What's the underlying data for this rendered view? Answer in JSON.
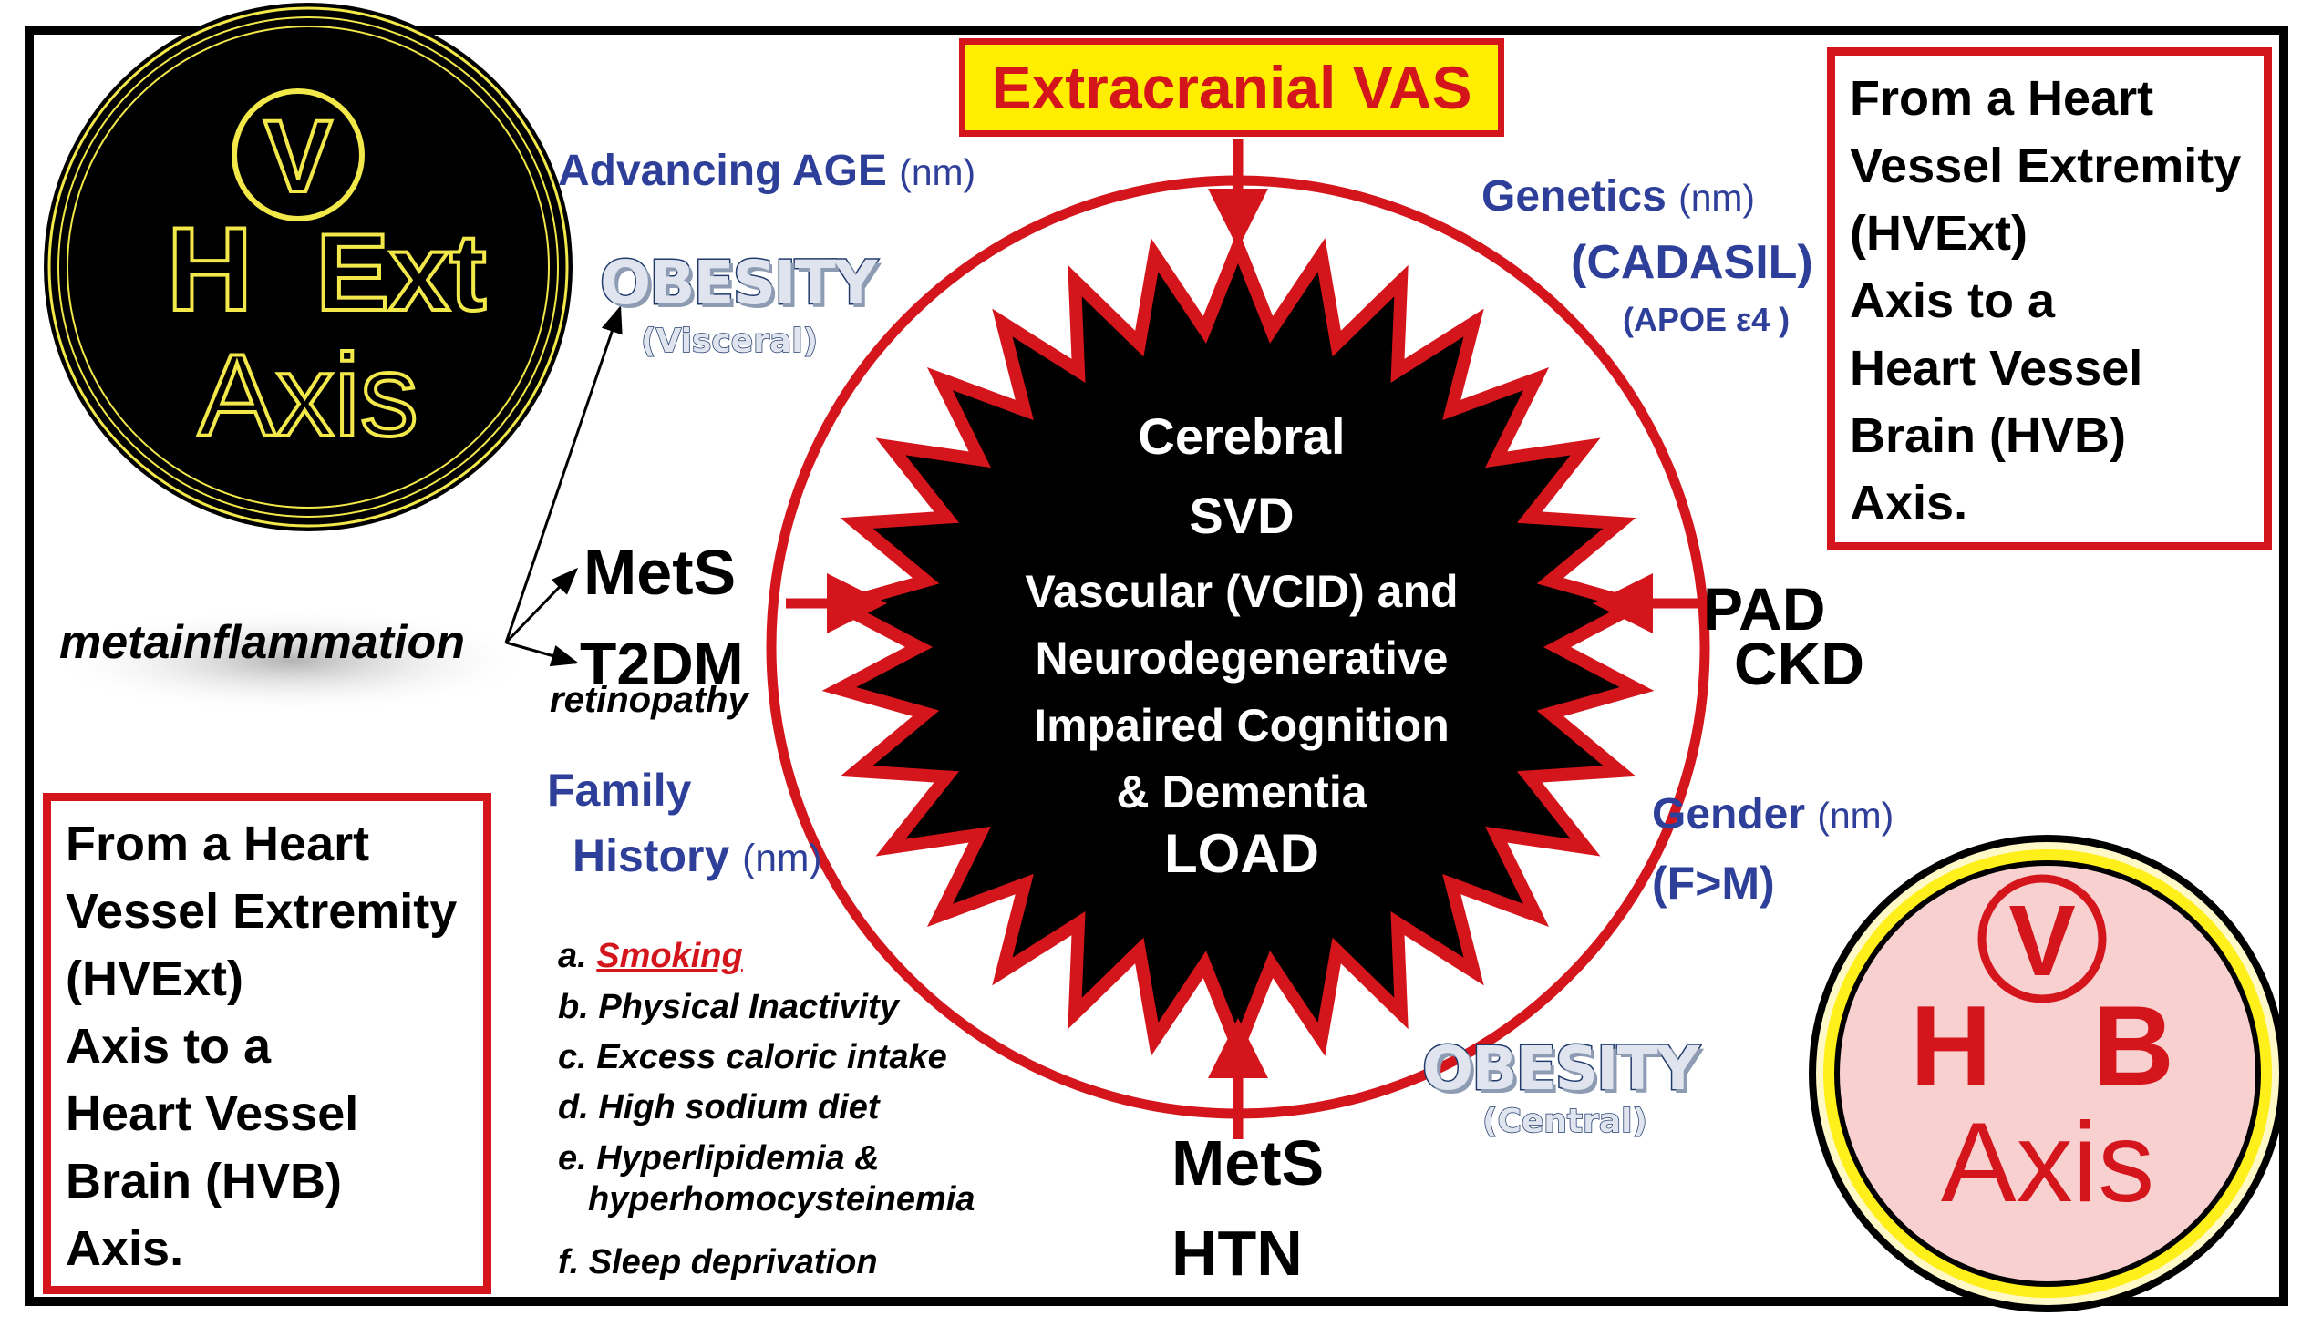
{
  "title_box": "Extracranial VAS",
  "center": {
    "line1": "Cerebral",
    "line2": "SVD",
    "line3": "Vascular (VCID) and",
    "line4": "Neurodegenerative",
    "line5": "Impaired Cognition",
    "line6": "& Dementia",
    "line7": "LOAD"
  },
  "factors": {
    "age": "Advancing AGE",
    "age_nm": "(nm)",
    "genetics": "Genetics",
    "genetics_nm": "(nm)",
    "cadasil": "(CADASIL)",
    "apoe": "(APOE ε4 )",
    "obesity_top": "OBESITY",
    "obesity_top_sub": "(Visceral)",
    "mets_left": "MetS",
    "t2dm": "T2DM",
    "retinopathy": "retinopathy",
    "metainflammation": "metainflammation",
    "pad": "PAD",
    "ckd": "CKD",
    "family1": "Family",
    "family2": "History",
    "family_nm": "(nm)",
    "gender": "Gender",
    "gender_nm": "(nm)",
    "gender_sub": "(F>M)",
    "obesity_bottom": "OBESITY",
    "obesity_bottom_sub": "(Central)",
    "mets_bottom": "MetS",
    "htn": "HTN"
  },
  "lifestyle": [
    {
      "letter": "a.",
      "text": "Smoking"
    },
    {
      "letter": "b.",
      "text": "Physical Inactivity"
    },
    {
      "letter": "c.",
      "text": "Excess caloric intake"
    },
    {
      "letter": "d.",
      "text": "High sodium diet"
    },
    {
      "letter": "e.",
      "text": "Hyperlipidemia &"
    },
    {
      "letter": "",
      "text": "hyperhomocysteinemia"
    },
    {
      "letter": "f.",
      "text": "Sleep deprivation"
    }
  ],
  "note_box": [
    "From a Heart",
    "Vessel Extremity",
    "(HVExt)",
    "Axis to a",
    "Heart Vessel",
    "Brain (HVB)",
    "Axis."
  ],
  "logo_hvext": {
    "v": "V",
    "h": "H",
    "ext": "Ext",
    "axis": "Axis"
  },
  "logo_hvb": {
    "v": "V",
    "h": "H",
    "b": "B",
    "axis": "Axis"
  },
  "colors": {
    "red": "#d4161c",
    "blue": "#2e3f9a",
    "yellow": "#ffee00",
    "pink": "#f8d0d0",
    "gold": "#f2e84a"
  }
}
